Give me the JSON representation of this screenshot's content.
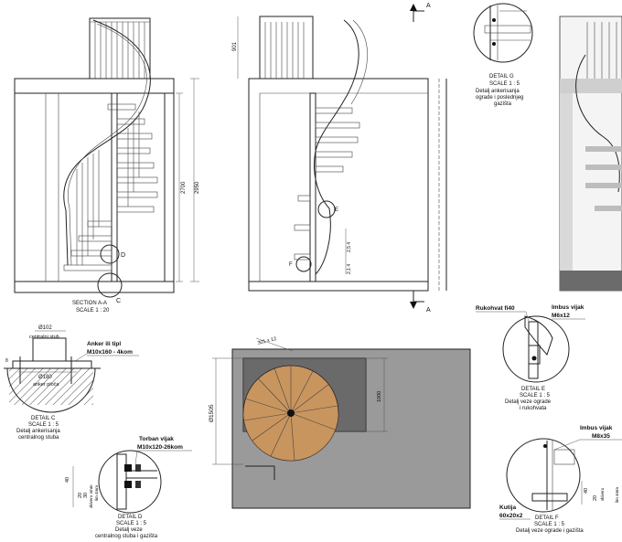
{
  "sheet": {
    "section_marker": "A",
    "section_aa": {
      "title": "SECTION A-A",
      "scale": "SCALE 1 : 20",
      "dim_2700": "2700",
      "dim_2950": "2950",
      "ref_c": "C",
      "ref_d": "D"
    },
    "elevation": {
      "dim_901": "901",
      "dim_254": "2,5 4",
      "dim_214": "2,1 4",
      "ref_e": "E",
      "ref_f": "F"
    },
    "detail_g": {
      "title": "DETAIL G",
      "scale": "SCALE 1 : 5",
      "desc1": "Detalj ankerisanja",
      "desc2": "ograde i poslednjeg",
      "desc3": "gazišta"
    },
    "detail_c": {
      "dim_102": "Ø102",
      "label_stub": "centralni stub",
      "anchor_title": "Anker ili tipl",
      "anchor_spec": "M10x160 - 4kom",
      "dim_180": "Ø180",
      "label_ploca": "anker ploča",
      "title": "DETAIL C",
      "scale": "SCALE 1 : 5",
      "desc1": "Detalj ankerisanja",
      "desc2": "centralnog stuba"
    },
    "detail_d": {
      "bolt_title": "Torban vijak",
      "bolt_spec": "M10x120-26kom",
      "dim_40": "40",
      "dim_20": "20",
      "dim_30": "30",
      "label_a": "skiveru 4mm",
      "label_b": "lim 4mm",
      "title": "DETAIL D",
      "scale": "SCALE 1 : 5",
      "desc1": "Detalj veze",
      "desc2": "centralnog stuba i gazišta"
    },
    "plan": {
      "dim_tread": "301 x 12",
      "dim_dia": "Ø1505",
      "dim_1000": "1000"
    },
    "detail_e": {
      "handrail_label": "Rukohvat fi40",
      "screw_title": "Imbus vijak",
      "screw_spec": "M6x12",
      "title": "DETAIL E",
      "scale": "SCALE 1 : 5",
      "desc1": "Detalj veze ograde",
      "desc2": "i rukohvata"
    },
    "detail_f": {
      "screw_title": "Imbus vijak",
      "screw_spec": "M8x35",
      "box_title": "Kutija",
      "box_spec": "60x20x2",
      "dim_40": "40",
      "dim_20": "20",
      "label_a": "skiveru",
      "label_b": "lim 4mm",
      "title": "DETAIL F",
      "scale": "SCALE 1 : 5",
      "desc1": "Detalj veze ograde i gazišta"
    }
  },
  "colors": {
    "line": "#222222",
    "concrete": "#9a9a9a",
    "wood": "#c9955e",
    "render_grey": "#d9d9d9"
  }
}
